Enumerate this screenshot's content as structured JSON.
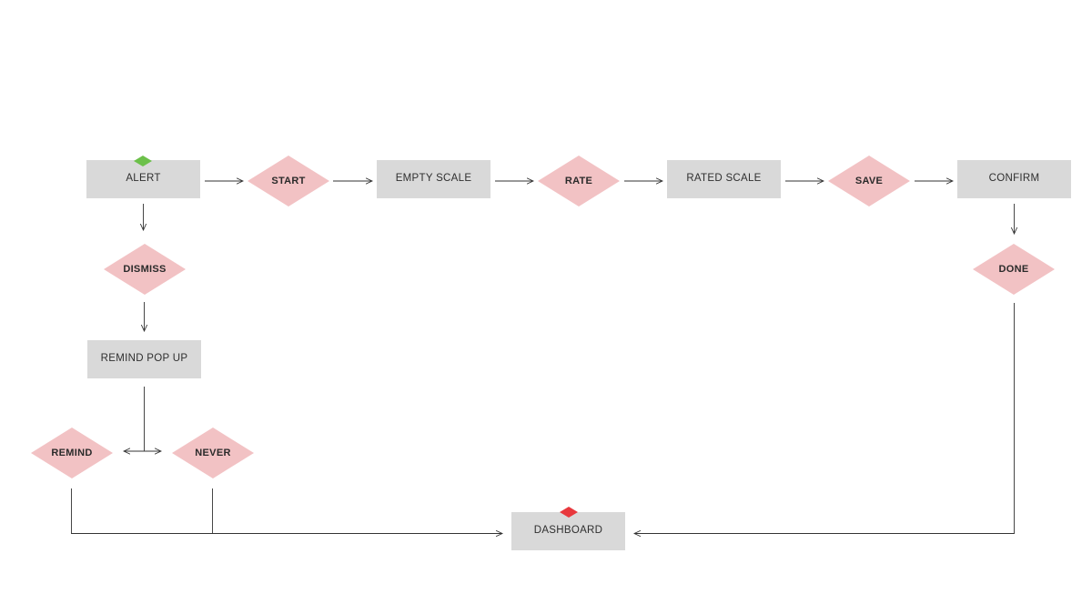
{
  "flow": {
    "nodes": {
      "alert": "ALERT",
      "start": "START",
      "empty_scale": "EMPTY SCALE",
      "rate": "RATE",
      "rated_scale": "RATED SCALE",
      "save": "SAVE",
      "confirm": "CONFIRM",
      "dismiss": "DISMISS",
      "done": "DONE",
      "remind_popup": "REMIND POP UP",
      "remind": "REMIND",
      "never": "NEVER",
      "dashboard": "DASHBOARD"
    },
    "markers": {
      "start_marker_color": "#6cc04a",
      "end_marker_color": "#e8383d"
    },
    "colors": {
      "process_fill": "#d9d9d9",
      "decision_fill": "#f2c2c4",
      "connector": "#333333"
    }
  }
}
